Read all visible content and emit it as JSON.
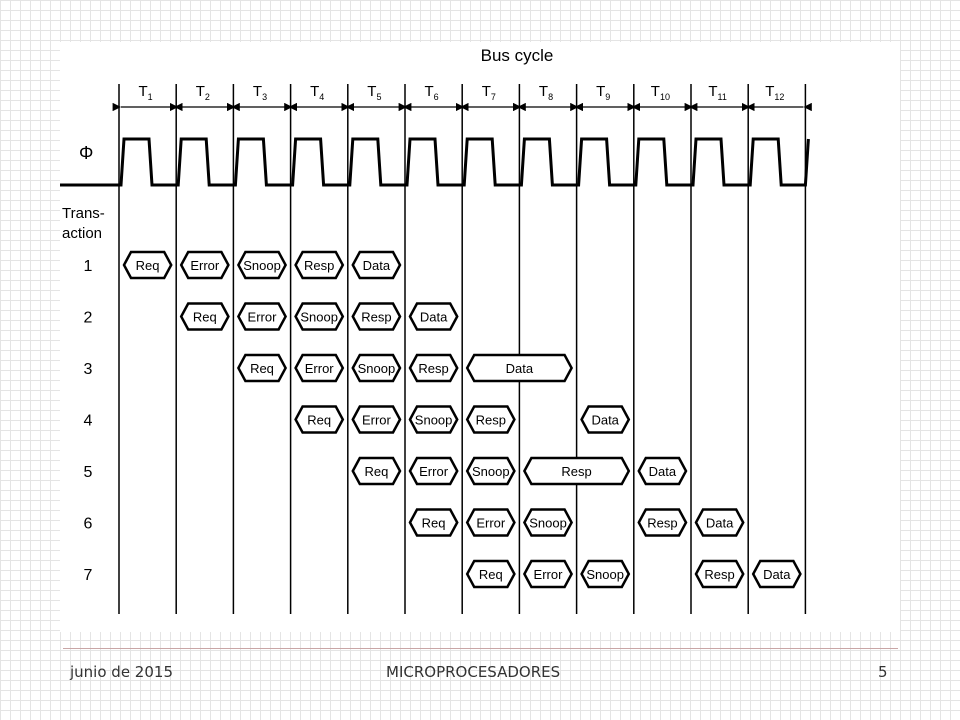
{
  "diagram": {
    "title": "Bus cycle",
    "clock_symbol": "Φ",
    "row_axis_label_line1": "Trans-",
    "row_axis_label_line2": "action",
    "cycles": [
      {
        "base": "T",
        "sub": "1"
      },
      {
        "base": "T",
        "sub": "2"
      },
      {
        "base": "T",
        "sub": "3"
      },
      {
        "base": "T",
        "sub": "4"
      },
      {
        "base": "T",
        "sub": "5"
      },
      {
        "base": "T",
        "sub": "6"
      },
      {
        "base": "T",
        "sub": "7"
      },
      {
        "base": "T",
        "sub": "8"
      },
      {
        "base": "T",
        "sub": "9"
      },
      {
        "base": "T",
        "sub": "10"
      },
      {
        "base": "T",
        "sub": "11"
      },
      {
        "base": "T",
        "sub": "12"
      }
    ],
    "transactions": [
      {
        "label": "1",
        "phases": [
          {
            "name": "Req",
            "start": 1,
            "end": 1
          },
          {
            "name": "Error",
            "start": 2,
            "end": 2
          },
          {
            "name": "Snoop",
            "start": 3,
            "end": 3
          },
          {
            "name": "Resp",
            "start": 4,
            "end": 4
          },
          {
            "name": "Data",
            "start": 5,
            "end": 5
          }
        ]
      },
      {
        "label": "2",
        "phases": [
          {
            "name": "Req",
            "start": 2,
            "end": 2
          },
          {
            "name": "Error",
            "start": 3,
            "end": 3
          },
          {
            "name": "Snoop",
            "start": 4,
            "end": 4
          },
          {
            "name": "Resp",
            "start": 5,
            "end": 5
          },
          {
            "name": "Data",
            "start": 6,
            "end": 6
          }
        ]
      },
      {
        "label": "3",
        "phases": [
          {
            "name": "Req",
            "start": 3,
            "end": 3
          },
          {
            "name": "Error",
            "start": 4,
            "end": 4
          },
          {
            "name": "Snoop",
            "start": 5,
            "end": 5
          },
          {
            "name": "Resp",
            "start": 6,
            "end": 6
          },
          {
            "name": "Data",
            "start": 7,
            "end": 8
          }
        ]
      },
      {
        "label": "4",
        "phases": [
          {
            "name": "Req",
            "start": 4,
            "end": 4
          },
          {
            "name": "Error",
            "start": 5,
            "end": 5
          },
          {
            "name": "Snoop",
            "start": 6,
            "end": 6
          },
          {
            "name": "Resp",
            "start": 7,
            "end": 7
          },
          {
            "name": "Data",
            "start": 9,
            "end": 9
          }
        ]
      },
      {
        "label": "5",
        "phases": [
          {
            "name": "Req",
            "start": 5,
            "end": 5
          },
          {
            "name": "Error",
            "start": 6,
            "end": 6
          },
          {
            "name": "Snoop",
            "start": 7,
            "end": 7
          },
          {
            "name": "Resp",
            "start": 8,
            "end": 9
          },
          {
            "name": "Data",
            "start": 10,
            "end": 10
          }
        ]
      },
      {
        "label": "6",
        "phases": [
          {
            "name": "Req",
            "start": 6,
            "end": 6
          },
          {
            "name": "Error",
            "start": 7,
            "end": 7
          },
          {
            "name": "Snoop",
            "start": 8,
            "end": 8
          },
          {
            "name": "Resp",
            "start": 10,
            "end": 10
          },
          {
            "name": "Data",
            "start": 11,
            "end": 11
          }
        ]
      },
      {
        "label": "7",
        "phases": [
          {
            "name": "Req",
            "start": 7,
            "end": 7
          },
          {
            "name": "Error",
            "start": 8,
            "end": 8
          },
          {
            "name": "Snoop",
            "start": 9,
            "end": 9
          },
          {
            "name": "Resp",
            "start": 11,
            "end": 11
          },
          {
            "name": "Data",
            "start": 12,
            "end": 12
          }
        ]
      }
    ]
  },
  "footer": {
    "date": "junio de 2015",
    "course": "MICROPROCESADORES",
    "page": "5"
  }
}
